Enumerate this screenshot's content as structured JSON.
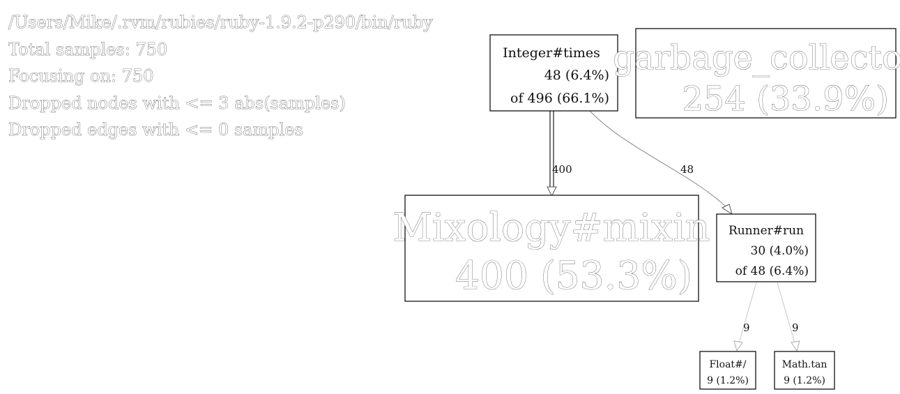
{
  "header": {
    "lines": [
      "/Users/Mike/.rvm/rubies/ruby-1.9.2-p290/bin/ruby",
      "Total samples: 750",
      "Focusing on: 750",
      "Dropped nodes with <= 3 abs(samples)",
      "Dropped edges with <= 0 samples"
    ]
  },
  "nodes": {
    "integer_times": {
      "name": "Integer#times",
      "self": "48 (6.4%)",
      "total": "of 496 (66.1%)"
    },
    "garbage_collector": {
      "name": "garbage_collector",
      "self": "254 (33.9%)"
    },
    "mixology_mixin": {
      "name": "Mixology#mixin",
      "self": "400 (53.3%)"
    },
    "runner_run": {
      "name": "Runner#run",
      "self": "30 (4.0%)",
      "total": "of 48 (6.4%)"
    },
    "float_div": {
      "name": "Float#/",
      "self": "9 (1.2%)"
    },
    "math_tan": {
      "name": "Math.tan",
      "self": "9 (1.2%)"
    }
  },
  "edges": {
    "times_to_mixin": {
      "from": "Integer#times",
      "to": "Mixology#mixin",
      "label": "400"
    },
    "times_to_run": {
      "from": "Integer#times",
      "to": "Runner#run",
      "label": "48"
    },
    "run_to_float": {
      "from": "Runner#run",
      "to": "Float#/",
      "label": "9"
    },
    "run_to_tan": {
      "from": "Runner#run",
      "to": "Math.tan",
      "label": "9"
    }
  },
  "colors": {
    "background": "#ffffff",
    "stroke": "#111111",
    "edge": "#888888"
  }
}
